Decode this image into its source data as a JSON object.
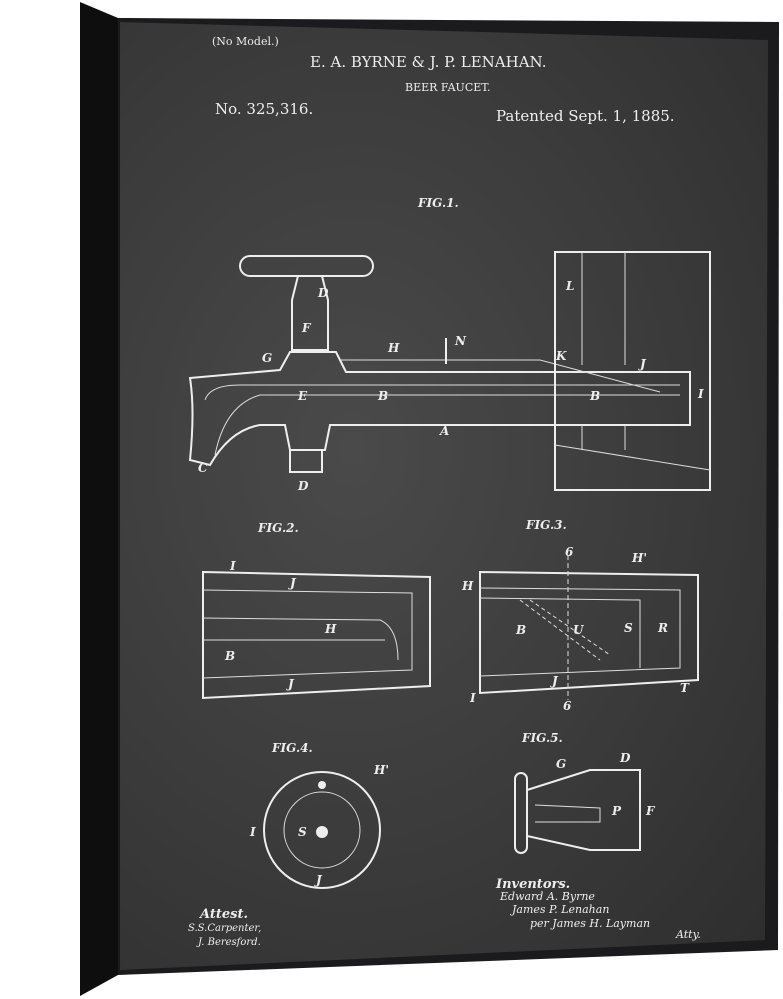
{
  "header": {
    "model_note": "(No Model.)",
    "inventors_title": "E. A. BYRNE & J. P. LENAHAN.",
    "invention": "BEER FAUCET.",
    "patent_number": "No. 325,316.",
    "patent_date": "Patented Sept. 1, 1885."
  },
  "figures": {
    "fig1": "FIG.1.",
    "fig2": "FIG.2.",
    "fig3": "FIG.3.",
    "fig4": "FIG.4.",
    "fig5": "FIG.5."
  },
  "labels": {
    "D": "D",
    "F": "F",
    "G": "G",
    "H": "H",
    "N": "N",
    "E": "E",
    "B": "B",
    "A": "A",
    "C": "C",
    "K": "K",
    "L": "L",
    "I": "I",
    "J": "J",
    "U": "U",
    "S": "S",
    "R": "R",
    "T": "T",
    "six": "6",
    "Hprime": "H'",
    "P": "P"
  },
  "signatures": {
    "attest": "Attest.",
    "witness1": "S.S.Carpenter,",
    "witness2": "J. Beresford.",
    "inventors_heading": "Inventors.",
    "inventor1": "Edward A. Byrne",
    "inventor2": "James P. Lenahan",
    "attorney": "per James H. Layman",
    "atty": "Atty."
  },
  "colors": {
    "chalkboard": "#3a3a3a",
    "chalk": "#eeeeee",
    "frame": "#1b1b1d"
  }
}
